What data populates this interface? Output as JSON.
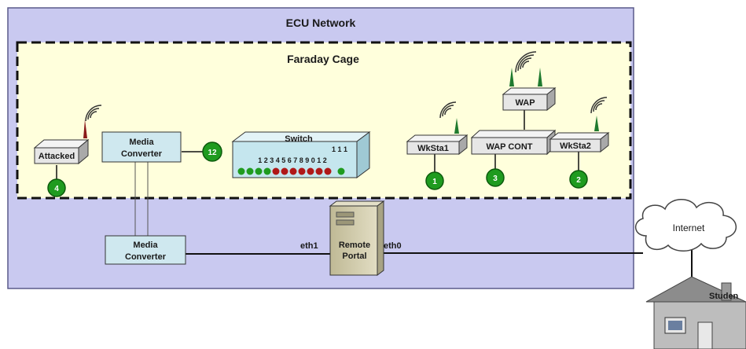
{
  "network": {
    "title": "ECU Network",
    "cage_title": "Faraday Cage"
  },
  "devices": {
    "attacked": "Attacked",
    "media_converter_top_1": "Media",
    "media_converter_top_2": "Converter",
    "media_converter_bottom_1": "Media",
    "media_converter_bottom_2": "Converter",
    "switch": "Switch",
    "switch_ports_row1": "1 1 1",
    "switch_ports_row2": "1 2 3 4 5 6 7 8 9 0 1 2",
    "wksta1": "WkSta1",
    "wap_cont": "WAP CONT",
    "wksta2": "WkSta2",
    "wap": "WAP",
    "remote_portal_1": "Remote",
    "remote_portal_2": "Portal",
    "internet": "Internet",
    "student": "Studen"
  },
  "ports": {
    "eth1": "eth1",
    "eth0": "eth0"
  },
  "nodes": {
    "attacked": "4",
    "media_converter": "12",
    "wksta1": "1",
    "wap_cont": "3",
    "wksta2": "2"
  },
  "colors": {
    "network_fill": "#c9c9f0",
    "cage_fill": "#ffffdc",
    "device_face": "#e6e6e6",
    "converter_fill": "#cfe8ef",
    "switch_fill": "#c5e6ee",
    "node_green": "#1f9b1f",
    "port_red": "#b01818",
    "portal_fill": "#d4cfb0"
  }
}
